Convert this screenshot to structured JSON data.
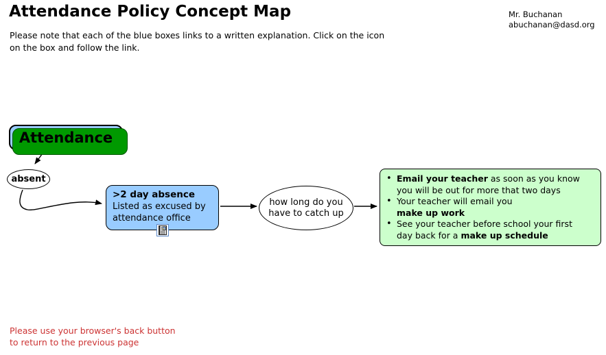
{
  "header": {
    "title": "Attendance Policy Concept Map",
    "subtitle_lines": [
      "Please note that each of the blue boxes links to a written explanation. Click on the icon",
      "on the box and follow the link."
    ],
    "author_name": "Mr. Buchanan",
    "author_email": "abuchanan@dasd.org"
  },
  "diagram": {
    "attendance_label": "Attendance",
    "absent_label": "absent",
    "blue_box": {
      "title": ">2 day absence",
      "line1": "Listed as excused by",
      "line2": "attendance office",
      "icon": "document-link-icon"
    },
    "catchup_ellipse": {
      "line1": "how long do you",
      "line2": "have to catch up"
    },
    "green_box": {
      "bullet_char": "•",
      "bullet1_bold": "Email your teacher",
      "bullet1_rest": " as soon as you know",
      "bullet1_line2": "you will be out for more that two days",
      "bullet2_line1": "Your teacher will email you",
      "bullet2_bold": "make up work",
      "bullet3_line1": "See your teacher before school your first",
      "bullet3_rest": "day back for a ",
      "bullet3_bold": "make up schedule"
    }
  },
  "footer": {
    "line1": "Please use your browser's back button",
    "line2": "to return to the previous page"
  },
  "colors": {
    "node_blue": "#99CCFF",
    "shadow_green": "#009900",
    "green_box_fill": "#CCFFCC",
    "footer_red": "#CC3333"
  }
}
